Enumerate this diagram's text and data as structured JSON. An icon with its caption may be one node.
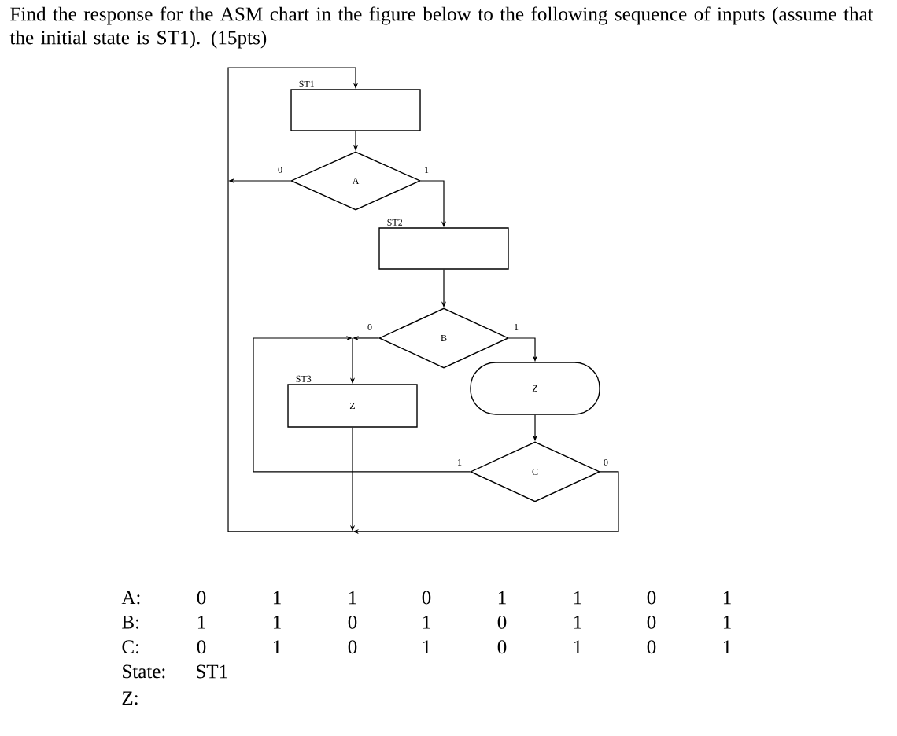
{
  "diagram": {
    "title": "Find the response for the ASM chart in the figure below to the following sequence of inputs (assume that the initial state is ST1). (15pts)",
    "nodes": [
      {
        "text": [
          "ST1"
        ]
      },
      {
        "text": [
          "A"
        ]
      },
      {
        "text": [
          "ST2"
        ]
      },
      {
        "text": [
          "B"
        ]
      },
      {
        "text": [
          "ST3",
          "Z"
        ]
      },
      {
        "text": [
          "Z"
        ]
      },
      {
        "text": [
          "C"
        ]
      }
    ],
    "edges": [
      {
        "from": 0,
        "to": 1,
        "arrow": "to"
      },
      {
        "from": 1,
        "to": 2,
        "arrow": "to",
        "label": "1"
      },
      {
        "from": 1,
        "to": 0,
        "arrow": "to",
        "label": "0"
      },
      {
        "from": 2,
        "to": 3,
        "arrow": "to"
      },
      {
        "from": 3,
        "to": 4,
        "arrow": "to",
        "label": "0"
      },
      {
        "from": 3,
        "to": 5,
        "arrow": "to",
        "label": "1"
      },
      {
        "from": 5,
        "to": 6,
        "arrow": "to"
      },
      {
        "from": 6,
        "to": 4,
        "arrow": "to",
        "label": "1"
      },
      {
        "from": 6,
        "to": 0,
        "arrow": "to",
        "label": "0"
      },
      {
        "from": 4,
        "to": 0,
        "arrow": "to"
      }
    ],
    "labels": [
      "A:",
      "0",
      "1",
      "1",
      "0",
      "1",
      "1",
      "0",
      "1",
      "B:",
      "1",
      "1",
      "0",
      "1",
      "0",
      "1",
      "0",
      "1",
      "C:",
      "0",
      "1",
      "0",
      "1",
      "0",
      "1",
      "0",
      "1",
      "State:",
      "ST1",
      "Z:"
    ]
  }
}
